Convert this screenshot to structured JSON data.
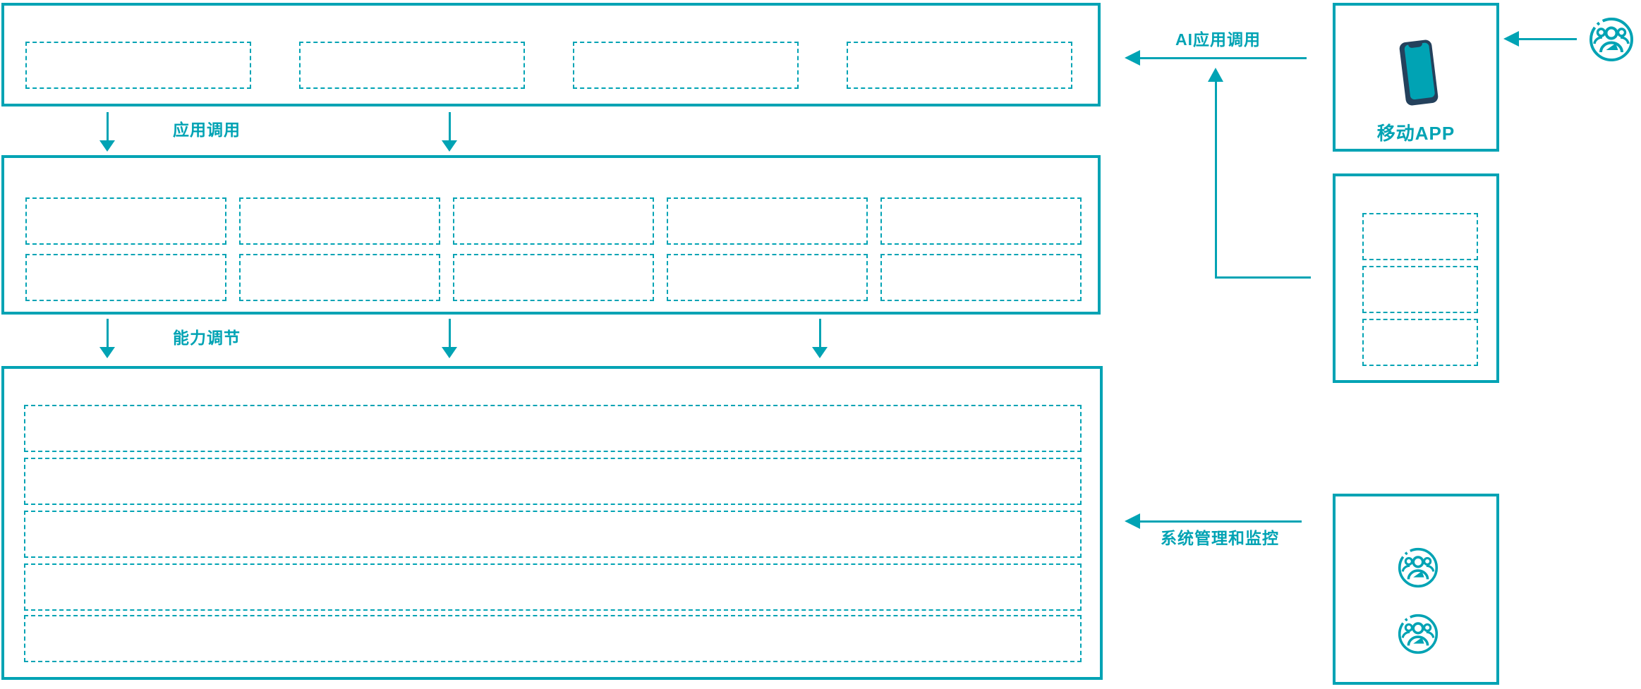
{
  "diagram": {
    "labels": {
      "app_call": "应用调用",
      "capability_adjust": "能力调节",
      "ai_app_call": "AI应用调用",
      "system_management": "系统管理和监控",
      "mobile_app": "移动APP"
    },
    "colors": {
      "accent": "#00a3b4",
      "phone_dark": "#24415c",
      "background": "#ffffff"
    },
    "icons": {
      "mobile": "smartphone-icon",
      "user_group": "user-group-icon"
    },
    "structure": {
      "app_layer_placeholders": 4,
      "capability_layer_rows": 2,
      "capability_layer_cols": 5,
      "platform_layer_rows": 5,
      "device_panel_placeholders": 3,
      "admin_user_icons": 2
    }
  }
}
